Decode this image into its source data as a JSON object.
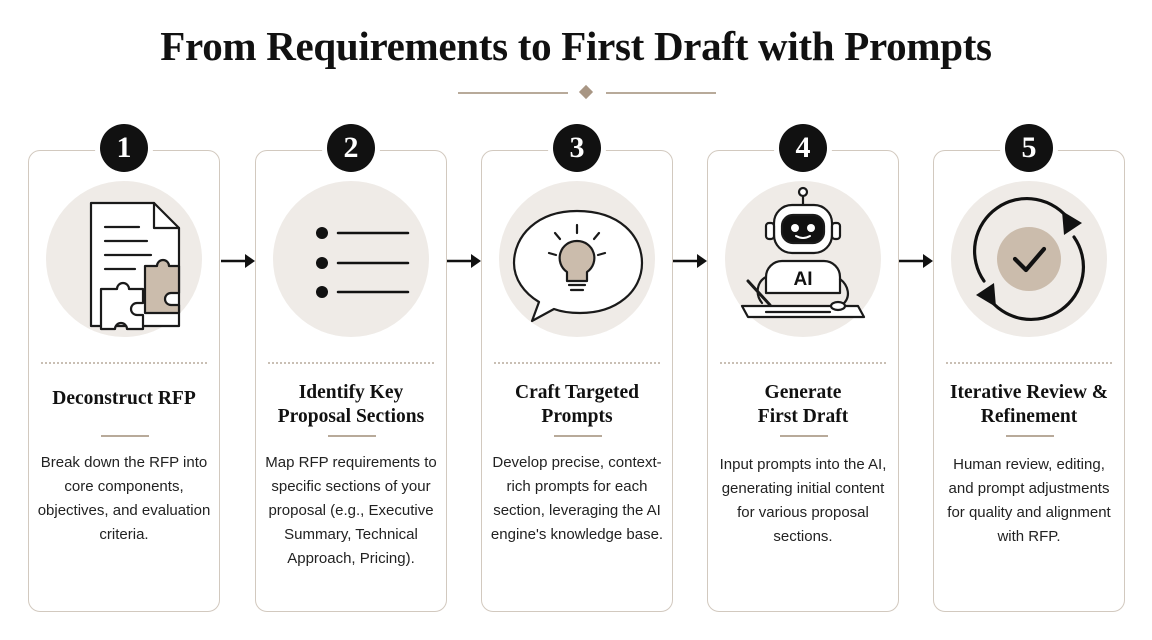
{
  "header": {
    "title": "From Requirements to First Draft with Prompts"
  },
  "steps": [
    {
      "number": "1",
      "title": "Deconstruct RFP",
      "description": "Break down the RFP into core components, objectives, and evaluation criteria.",
      "icon": "document-puzzle-icon"
    },
    {
      "number": "2",
      "title": "Identify Key Proposal Sections",
      "description": "Map RFP requirements to specific sections of your proposal (e.g., Executive Summary, Technical Approach, Pricing).",
      "icon": "bullet-list-icon"
    },
    {
      "number": "3",
      "title": "Craft Targeted Prompts",
      "description": "Develop precise, context-rich prompts for each section, leveraging the AI engine's knowledge base.",
      "icon": "lightbulb-speech-bubble-icon"
    },
    {
      "number": "4",
      "title": "Generate First Draft",
      "description": "Input prompts into the AI, generating initial content for various proposal sections.",
      "icon": "ai-robot-writing-icon",
      "icon_text": "AI"
    },
    {
      "number": "5",
      "title": "Iterative Review & Refinement",
      "description": "Human review, editing, and prompt adjustments for quality and alignment with RFP.",
      "icon": "refresh-check-icon"
    }
  ],
  "colors": {
    "accent": "#a89684",
    "badge": "#111111",
    "icon_background": "#efebe7",
    "border": "#d2c9bf"
  }
}
